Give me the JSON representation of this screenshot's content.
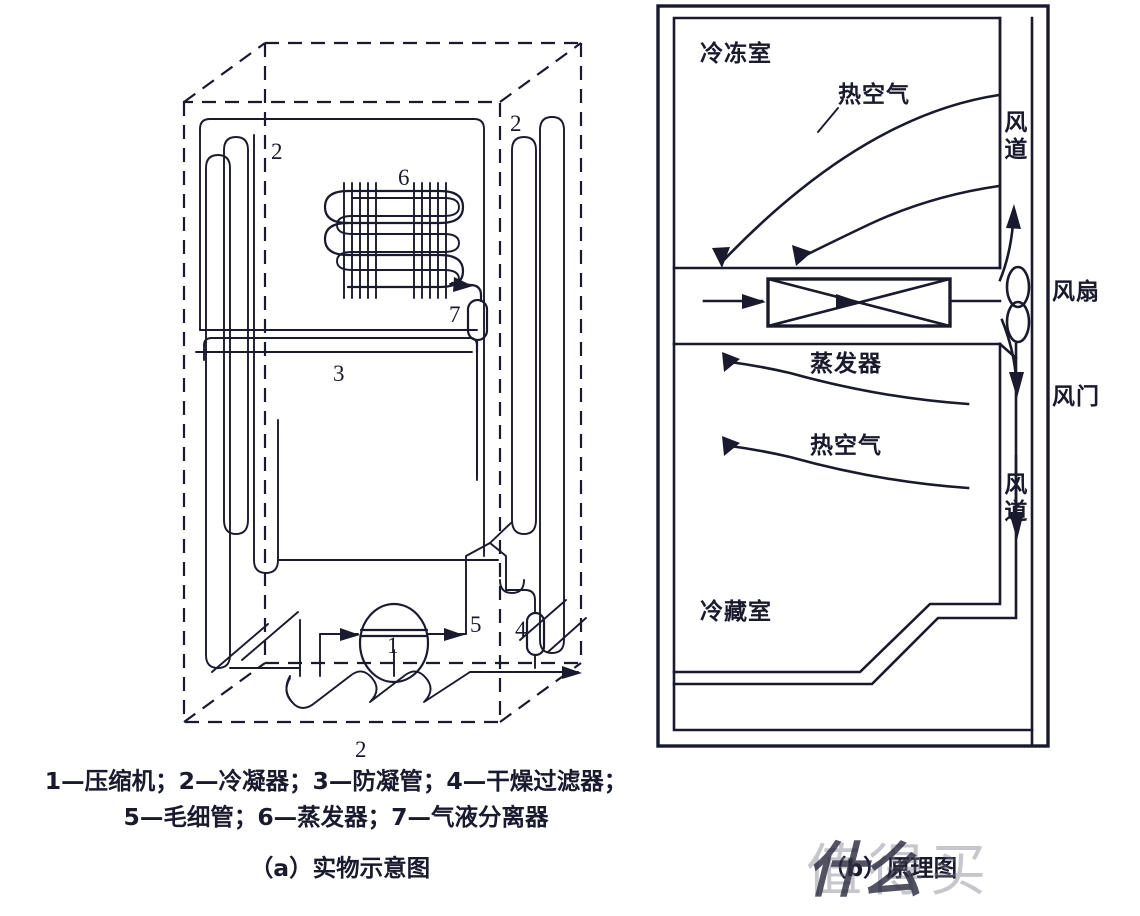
{
  "figure": {
    "legend_line1": "1—压缩机；2—冷凝器；3—防凝管；4—干燥过滤器；",
    "legend_line2": "5—毛细管；6—蒸发器；7—气液分离器",
    "caption_a": "（a）实物示意图",
    "caption_b": "（b）原理图",
    "watermark": "值得买",
    "watermark_script": "什么"
  },
  "diagram_a": {
    "callouts": [
      {
        "id": "compressor",
        "number": "1",
        "desc": "压缩机"
      },
      {
        "id": "condenser-left",
        "number": "2",
        "desc": "冷凝器"
      },
      {
        "id": "condenser-right",
        "number": "2",
        "desc": "冷凝器"
      },
      {
        "id": "condenser-bottom",
        "number": "2",
        "desc": "冷凝器"
      },
      {
        "id": "anticondense",
        "number": "3",
        "desc": "防凝管"
      },
      {
        "id": "dryer-filter",
        "number": "4",
        "desc": "干燥过滤器"
      },
      {
        "id": "capillary",
        "number": "5",
        "desc": "毛细管"
      },
      {
        "id": "evaporator",
        "number": "6",
        "desc": "蒸发器"
      },
      {
        "id": "separator",
        "number": "7",
        "desc": "气液分离器"
      }
    ]
  },
  "diagram_b": {
    "labels": {
      "freezer": "冷冻室",
      "fridge": "冷藏室",
      "hot_air_top": "热空气",
      "hot_air_bottom": "热空气",
      "evaporator": "蒸发器",
      "duct_top": "风道",
      "duct_bottom": "风道",
      "fan": "风扇",
      "damper": "风门"
    }
  },
  "colors": {
    "ink": "#1a1a2e",
    "background": "#ffffff",
    "watermark": "rgba(120,120,135,0.42)"
  }
}
